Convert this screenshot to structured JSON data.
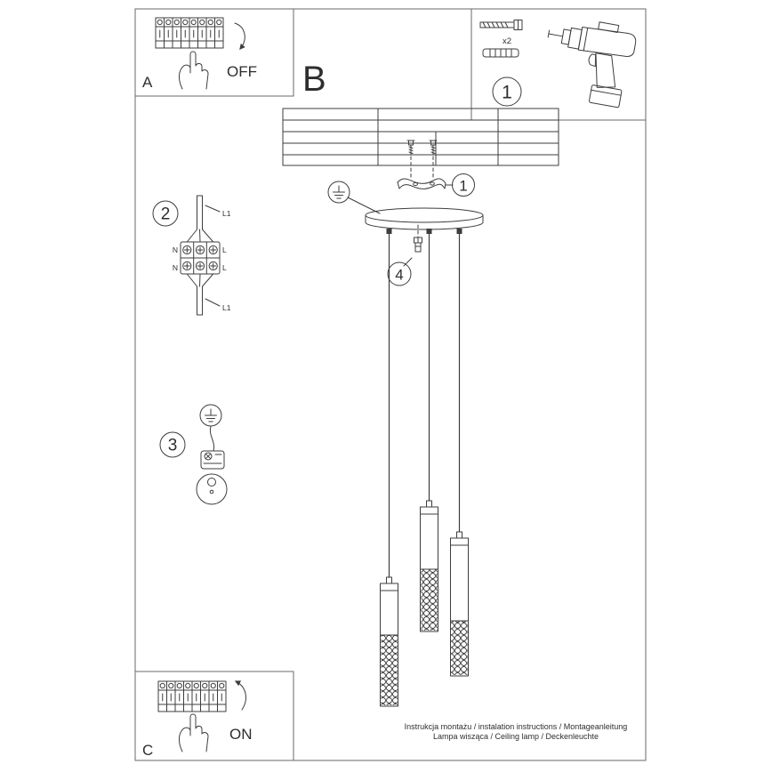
{
  "colors": {
    "ink": "#3d3d3d",
    "paper": "#ffffff"
  },
  "panel_a": {
    "label": "A",
    "state_label": "OFF"
  },
  "panel_b": {
    "label": "B"
  },
  "panel_c": {
    "label": "C",
    "state_label": "ON"
  },
  "hardware_box": {
    "quantity": "x2",
    "step": "1"
  },
  "badges": {
    "bracket_step": "1",
    "wiring_step": "2",
    "earthing_step": "3",
    "strain_relief_step": "4"
  },
  "wiring": {
    "l1_top": "L1",
    "n_top": "N",
    "l_top": "L",
    "n_bottom": "N",
    "l_bottom": "L",
    "l1_bottom": "L1"
  },
  "footer": {
    "line1": "Instrukcja montażu / instalation instructions / Montageanleitung",
    "line2": "Lampa wisząca / Ceiling lamp / Deckenleuchte"
  }
}
